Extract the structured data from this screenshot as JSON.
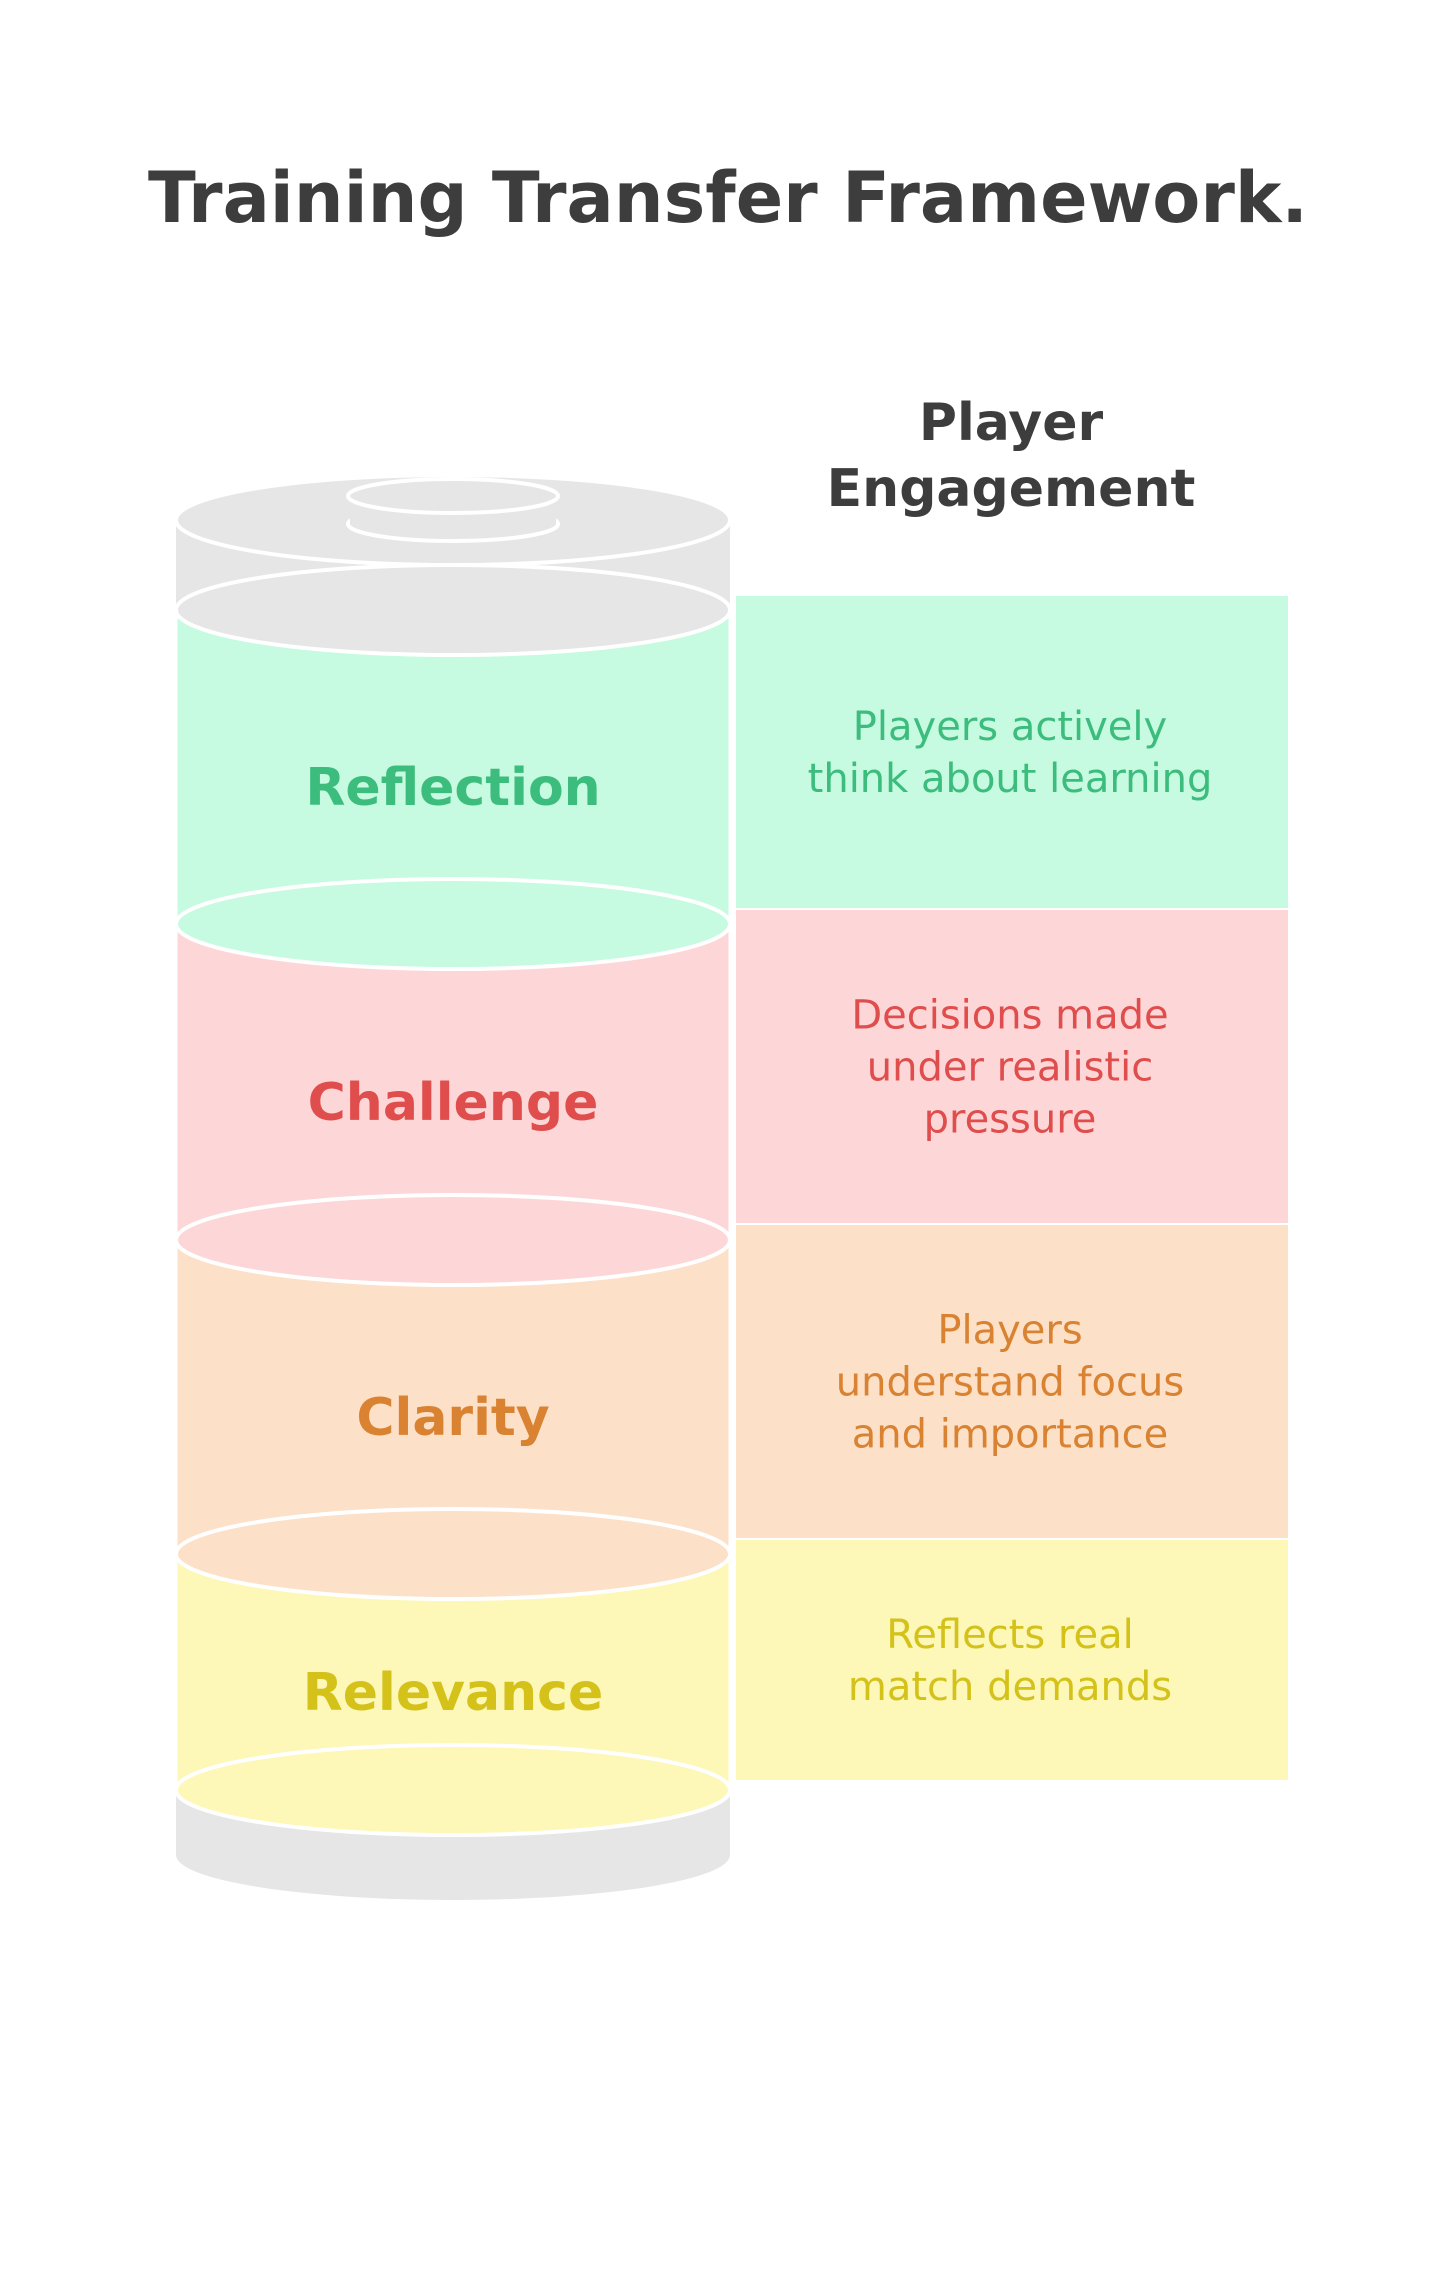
{
  "title": "Training Transfer Framework.",
  "engagement_header": {
    "line1": "Player",
    "line2": "Engagement"
  },
  "layers": [
    {
      "key": "reflection",
      "label": "Reflection",
      "description": [
        "Players actively",
        "think about learning"
      ],
      "fill": "#c6fbe1",
      "text_color": "#3dbd7d"
    },
    {
      "key": "challenge",
      "label": "Challenge",
      "description": [
        "Decisions made",
        "under realistic",
        "pressure"
      ],
      "fill": "#fdd7d7",
      "text_color": "#e04d4d"
    },
    {
      "key": "clarity",
      "label": "Clarity",
      "description": [
        "Players",
        "understand focus",
        "and importance"
      ],
      "fill": "#fde0c8",
      "text_color": "#d98332"
    },
    {
      "key": "relevance",
      "label": "Relevance",
      "description": [
        "Reflects real",
        "match demands"
      ],
      "fill": "#fdf7b8",
      "text_color": "#d4c21a"
    }
  ],
  "colors": {
    "battery_shell": "#e6e6e6",
    "heading": "#3d3d3d",
    "background": "#ffffff"
  }
}
